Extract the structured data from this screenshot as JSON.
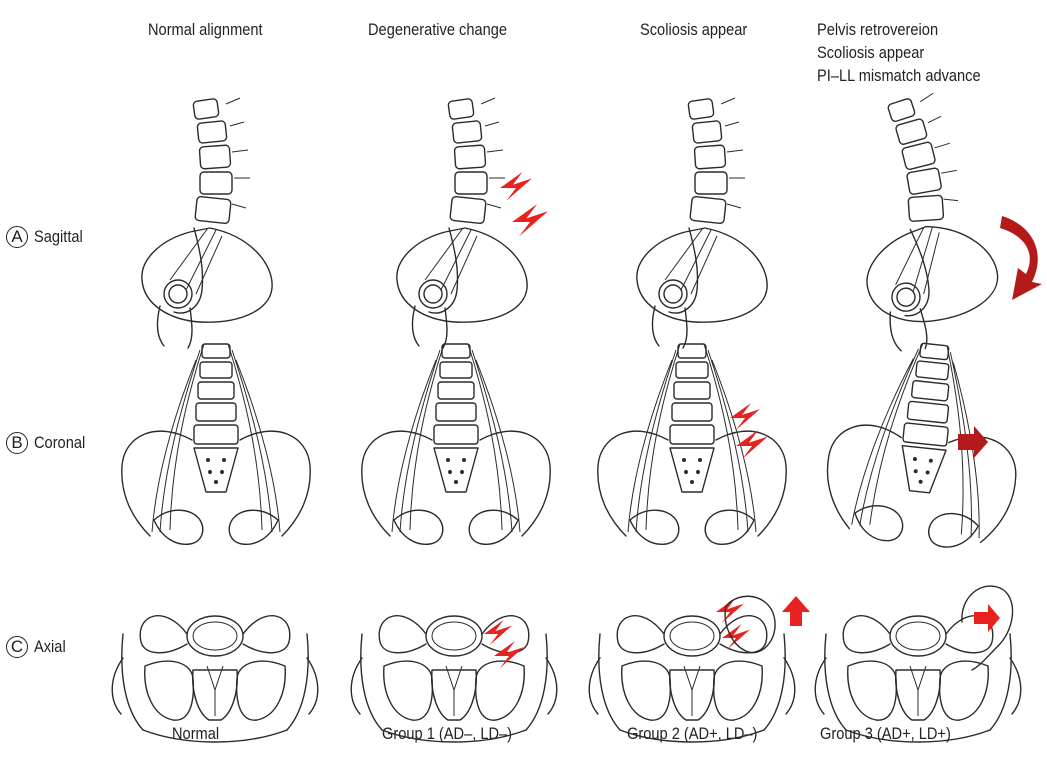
{
  "columns": [
    {
      "title_lines": [
        "Normal alignment"
      ],
      "group": "Normal"
    },
    {
      "title_lines": [
        "Degenerative change"
      ],
      "group": "Group 1 (AD–, LD–)"
    },
    {
      "title_lines": [
        "Scoliosis appear"
      ],
      "group": "Group 2 (AD+, LD–)"
    },
    {
      "title_lines": [
        "Pelvis retrovereion",
        "Scoliosis appear",
        "PI–LL mismatch advance"
      ],
      "group": "Group 3 (AD+, LD+)"
    }
  ],
  "rows": [
    {
      "letter": "A",
      "label": "Sagittal"
    },
    {
      "letter": "B",
      "label": "Coronal"
    },
    {
      "letter": "C",
      "label": "Axial"
    }
  ],
  "colors": {
    "line": "#2b2b2b",
    "pain_bolt": "#e8231f",
    "rotation_arrow": "#b51a1a"
  },
  "icons": [
    "lightning-bolt-icon",
    "arrow-up-icon",
    "arrow-right-icon",
    "curved-arrow-icon"
  ]
}
